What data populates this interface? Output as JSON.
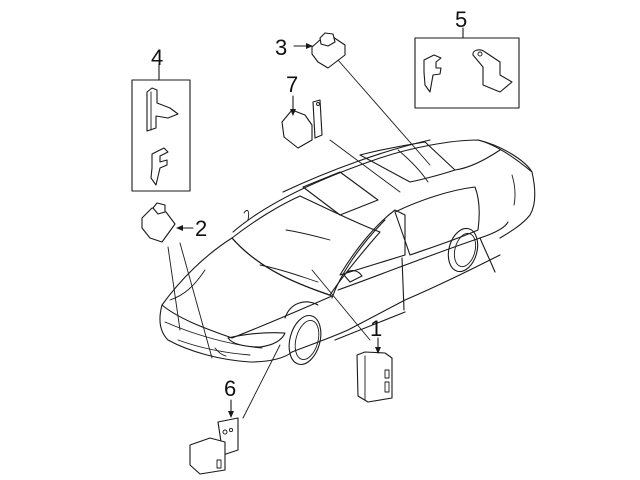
{
  "diagram": {
    "type": "parts-breakdown",
    "subject": "sedan",
    "colors": {
      "line": "#1a1a1a",
      "background": "#ffffff"
    },
    "callouts": [
      {
        "id": "1",
        "label": "1",
        "part": "control-module"
      },
      {
        "id": "2",
        "label": "2",
        "part": "sensor"
      },
      {
        "id": "3",
        "label": "3",
        "part": "sensor"
      },
      {
        "id": "4",
        "label": "4",
        "part": "bracket-and-clip-kit"
      },
      {
        "id": "5",
        "label": "5",
        "part": "bracket-and-clip-kit"
      },
      {
        "id": "6",
        "label": "6",
        "part": "level-sensor-with-bracket"
      },
      {
        "id": "7",
        "label": "7",
        "part": "level-sensor-with-arm"
      }
    ]
  }
}
